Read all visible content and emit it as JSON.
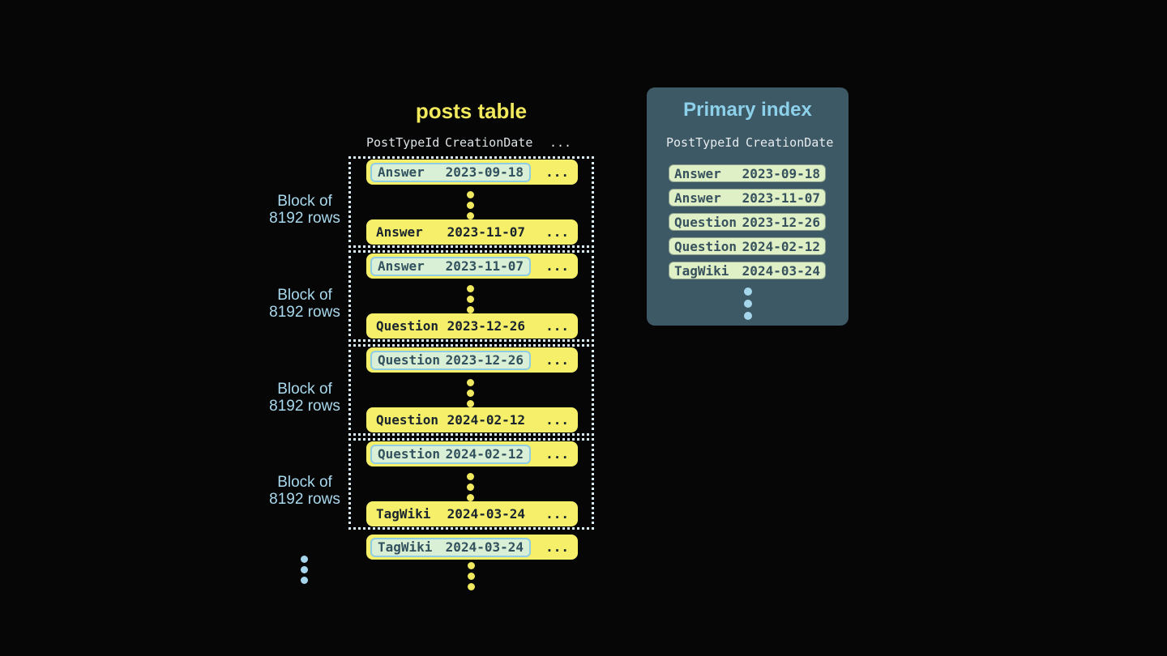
{
  "colors": {
    "background": "#060606",
    "row_yellow": "#f5ef6a",
    "title_yellow": "#f2ea5c",
    "highlight_pill_bg": "#d9efd6",
    "highlight_pill_border": "#8ecde4",
    "dark_row_text": "#19242e",
    "pill_text": "#33525f",
    "dotted_border": "#d9eef6",
    "block_label_blue": "#a9d9ee",
    "panel_bg": "#3e5966",
    "panel_title_blue": "#8cd0ea",
    "index_row_bg": "#dff0c6",
    "index_row_text": "#37525e",
    "header_text": "#dde3e6",
    "blue_dot": "#a5d6ec",
    "yellow_dot": "#f0e85f"
  },
  "shared": {
    "ellipsis": "..."
  },
  "posts_table": {
    "title": "posts table",
    "columns": [
      "PostTypeId",
      "CreationDate",
      "..."
    ],
    "block_label": {
      "line1": "Block of",
      "line2": "8192 rows"
    },
    "blocks": [
      {
        "first": {
          "type": "Answer",
          "date": "2023-09-18",
          "highlighted": true
        },
        "last": {
          "type": "Answer",
          "date": "2023-11-07",
          "highlighted": false
        }
      },
      {
        "first": {
          "type": "Answer",
          "date": "2023-11-07",
          "highlighted": true
        },
        "last": {
          "type": "Question",
          "date": "2023-12-26",
          "highlighted": false
        }
      },
      {
        "first": {
          "type": "Question",
          "date": "2023-12-26",
          "highlighted": true
        },
        "last": {
          "type": "Question",
          "date": "2024-02-12",
          "highlighted": false
        }
      },
      {
        "first": {
          "type": "Question",
          "date": "2024-02-12",
          "highlighted": true
        },
        "last": {
          "type": "TagWiki",
          "date": "2024-03-24",
          "highlighted": false
        }
      }
    ],
    "overflow_row": {
      "type": "TagWiki",
      "date": "2024-03-24",
      "highlighted": true
    }
  },
  "primary_index": {
    "title": "Primary index",
    "columns": [
      "PostTypeId",
      "CreationDate"
    ],
    "rows": [
      {
        "type": "Answer",
        "date": "2023-09-18"
      },
      {
        "type": "Answer",
        "date": "2023-11-07"
      },
      {
        "type": "Question",
        "date": "2023-12-26"
      },
      {
        "type": "Question",
        "date": "2024-02-12"
      },
      {
        "type": "TagWiki",
        "date": "2024-03-24"
      }
    ]
  }
}
